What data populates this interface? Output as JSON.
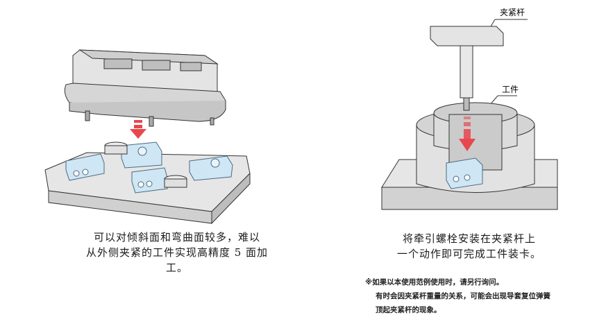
{
  "left": {
    "caption_lines": [
      "可以对倾斜面和弯曲面较多，难以",
      "从外侧夹紧的工件实现高精度 5 面加工。"
    ]
  },
  "right": {
    "label_clamp_bar": "夹紧杆",
    "label_workpiece": "工件",
    "caption_lines": [
      "将牵引螺栓安装在夹紧杆上",
      "一个动作即可完成工件装卡。"
    ]
  },
  "notes": {
    "lines": [
      "※如果以本使用范例使用时，请另行询问。",
      "有时会因夹紧杆重量的关系，可能会出现导套复位弹簧",
      "顶起夹紧杆的现象。"
    ]
  },
  "colors": {
    "arrow": "#e8474d",
    "block": "#cfe6f5",
    "block_edge": "#4a6a80",
    "gray": "#d8d8d8"
  }
}
